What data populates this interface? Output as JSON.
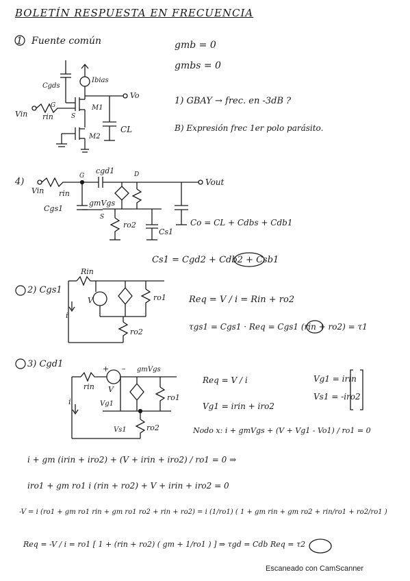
{
  "header": {
    "title": "BOLETÍN RESPUESTA EN FRECUENCIA"
  },
  "problem": {
    "number": "1",
    "name": "Fuente común",
    "given": [
      "gmb = 0",
      "gmbs = 0"
    ],
    "q1": "1) GBAY → frec. en -3dB ?",
    "q2": "B) Expresión frec 1er polo parásito."
  },
  "circuit1": {
    "labels": [
      "Cgds",
      "Ibias",
      "Vo",
      "Vin",
      "rin",
      "M1",
      "M2",
      "CL",
      "G",
      "S"
    ]
  },
  "section4": {
    "label": "4)",
    "labels": [
      "cgd1",
      "G",
      "D",
      "Vout",
      "Vin",
      "rin",
      "gmVgs",
      "Cgs1",
      "S",
      "ro2",
      "Cs1"
    ],
    "c0_formula": "Co = CL + Cdbs + Cdb1",
    "cs1_formula": "Cs1 = Cgd2 + Cdb2 + Csb1"
  },
  "section_cgs": {
    "label": "2) Cgs1",
    "labels": [
      "Rin",
      "V",
      "i",
      "ro1",
      "ro2"
    ],
    "req": "Req = V / i = Rin + ro2",
    "tau": "τgs1 = Cgs1 · Req = Cgs1 (rin + ro2) = τ1"
  },
  "section_cgd": {
    "label": "3) Cgd1",
    "labels": [
      "+",
      "–",
      "gmVgs",
      "rin",
      "V",
      "i",
      "Vg1",
      "ro1",
      "Vs1",
      "ro2"
    ],
    "req": "Req = V / i",
    "vg": "Vg1 = irin + iro2",
    "bracket1": "Vg1 = irin",
    "bracket2": "Vs1 = -iro2",
    "nodo": "Nodo x:  i + gmVgs + (V + Vg1 - Vo1) / ro1 = 0",
    "eq1": "i + gm (irin + iro2) + (V + irin + iro2) / ro1 = 0 ⇒",
    "eq2": "iro1 + gm ro1 i (rin + ro2) + V + irin + iro2 = 0",
    "eq3": "-V = i (ro1 + gm ro1 rin + gm ro1 ro2 + rin + ro2) = i (1/ro1) ( 1 + gm rin + gm ro2 + rin/ro1 + ro2/ro1 )",
    "eq4": "Req = -V / i = ro1 [ 1 + (rin + ro2) ( gm + 1/ro1 ) ]   ⇒  τgd = Cdb Req = τ2"
  },
  "footer": {
    "scanner": "Escaneado con CamScanner"
  }
}
